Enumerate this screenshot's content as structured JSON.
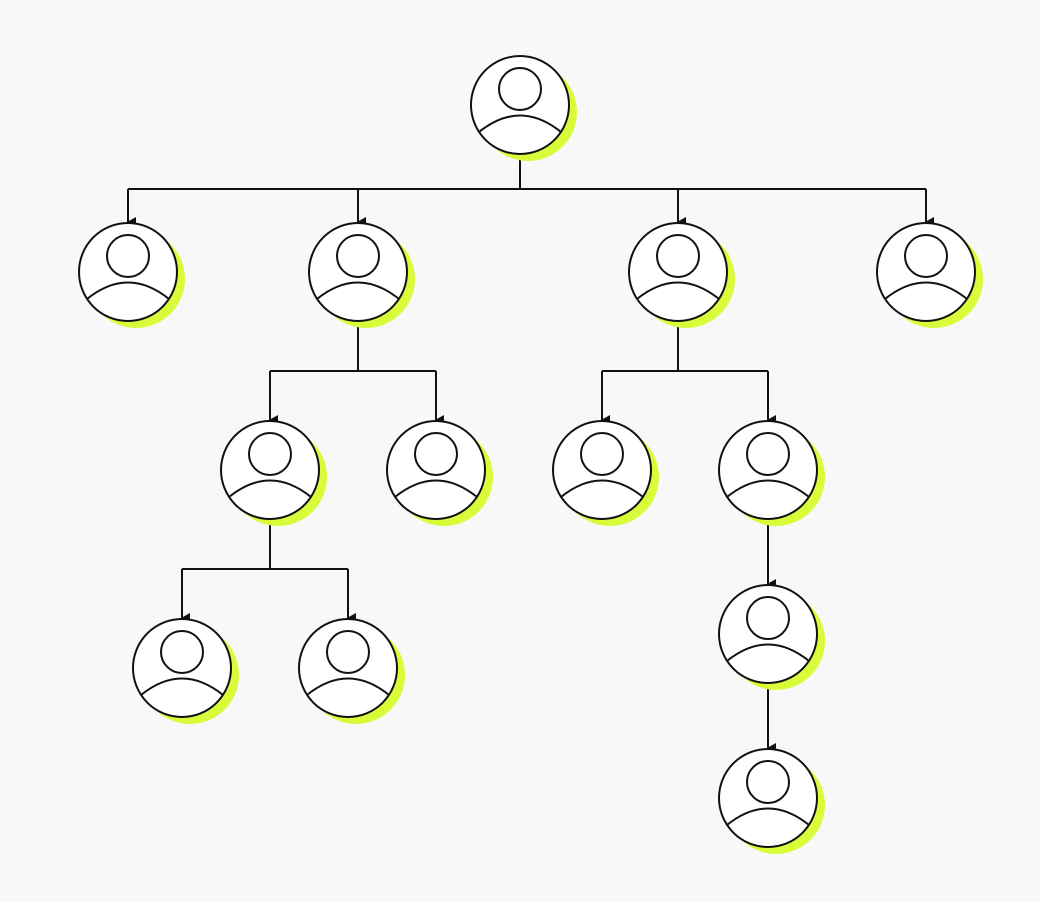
{
  "colors": {
    "background": "#f8f8f8",
    "node_fill": "#ffffff",
    "line": "#111111",
    "accent_shadow": "#d8fb3a"
  },
  "node_icon": "person-avatar-icon",
  "org_tree": {
    "id": "root",
    "children": [
      {
        "id": "a"
      },
      {
        "id": "b",
        "children": [
          {
            "id": "b1",
            "children": [
              {
                "id": "b1a"
              },
              {
                "id": "b1b"
              }
            ]
          },
          {
            "id": "b2"
          }
        ]
      },
      {
        "id": "c",
        "children": [
          {
            "id": "c1"
          },
          {
            "id": "c2",
            "children": [
              {
                "id": "c2a",
                "children": [
                  {
                    "id": "c2a1"
                  }
                ]
              }
            ]
          }
        ]
      },
      {
        "id": "d"
      }
    ]
  }
}
